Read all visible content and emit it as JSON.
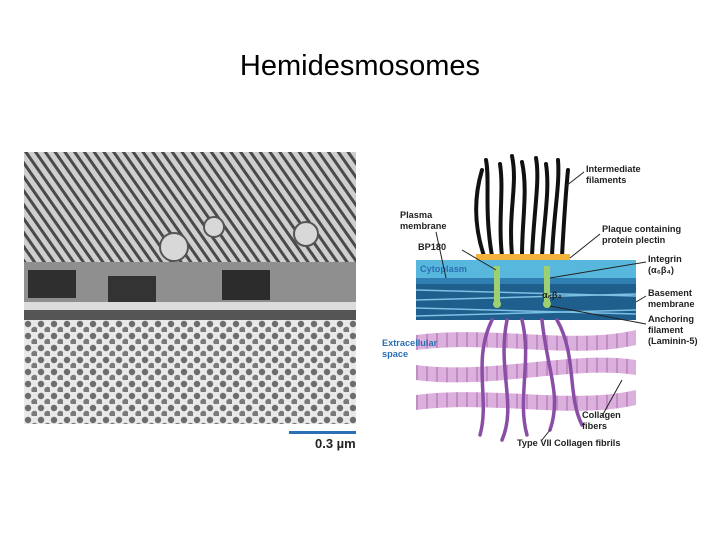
{
  "slide": {
    "title": "Hemidesmosomes",
    "scale_label": "0.3 µm"
  },
  "diagram": {
    "labels": {
      "intermediate_filaments": [
        "Intermediate",
        "filaments"
      ],
      "plasma_membrane": [
        "Plasma",
        "membrane"
      ],
      "bp180": "BP180",
      "cytoplasm": "Cytoplasm",
      "plaque": [
        "Plaque containing",
        "protein plectin"
      ],
      "integrin_name": "Integrin",
      "integrin_sub": "(α₆β₄)",
      "integrin_inline": "α₆β₄",
      "basement_membrane": [
        "Basement",
        "membrane"
      ],
      "anchoring_filament": [
        "Anchoring",
        "filament",
        "(Laminin-5)"
      ],
      "extracellular_space": [
        "Extracellular",
        "space"
      ],
      "collagen_fibers": [
        "Collagen",
        "fibers"
      ],
      "type_vii": "Type VII Collagen fibrils"
    },
    "colors": {
      "filament": "#111111",
      "plaque": "#f3b23b",
      "cytoplasm_band": "#58b7dc",
      "basement": "#1f5f8d",
      "collagen_fiber": "#d7a6d7",
      "type_vii": "#8a4ea6",
      "integrin": "#9ed071",
      "label_blue": "#2a6fb3"
    }
  }
}
